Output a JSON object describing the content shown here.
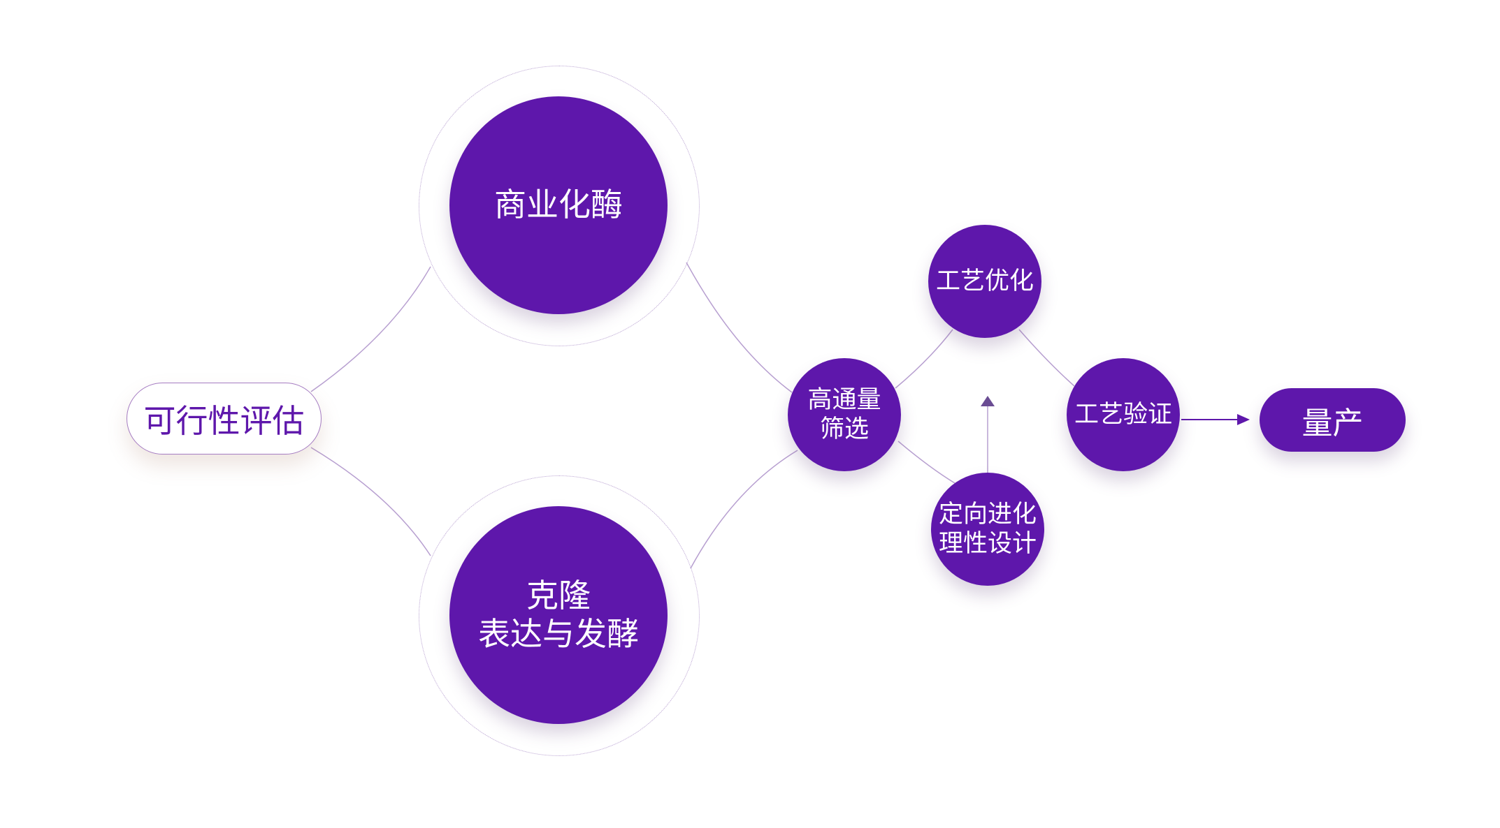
{
  "colors": {
    "primary": "#5E17AB",
    "line": "#b79fd0"
  },
  "nodes": {
    "feasibility": "可行性评估",
    "commercial_enzyme": "商业化酶",
    "cloning": "克隆\n表达与发酵",
    "screening": "高通量\n筛选",
    "process_optimization": "工艺优化",
    "directed_evolution": "定向进化\n理性设计",
    "process_validation": "工艺验证",
    "mass_production": "量产"
  }
}
